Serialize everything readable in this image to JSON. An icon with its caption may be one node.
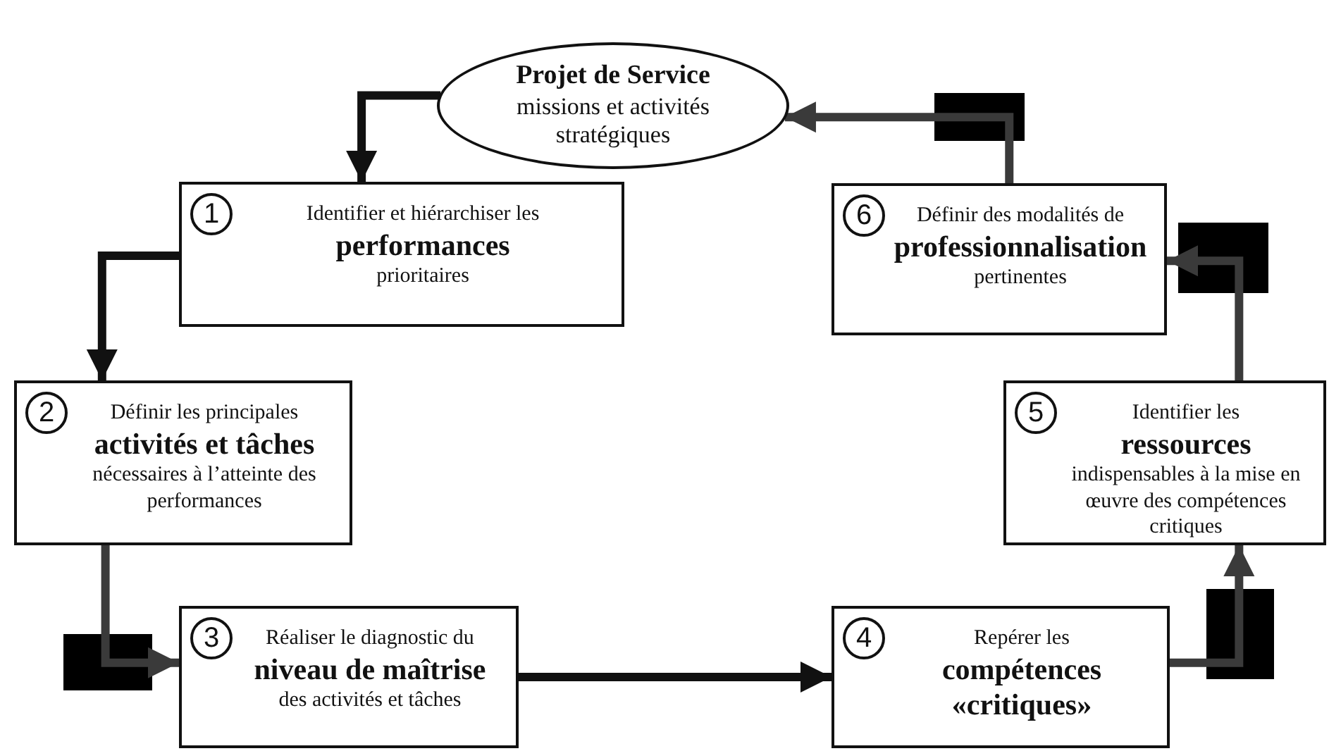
{
  "diagram": {
    "nodes": [
      {
        "text": [
          "**Projet de Service** missions et activités stratégiques"
        ]
      },
      {
        "text": [
          "1",
          "Identifier et hiérarchiser les **performances** prioritaires"
        ]
      },
      {
        "text": [
          "2",
          "Définir les principales **activités et tâches** nécessaires à l’atteinte des performances"
        ]
      },
      {
        "text": [
          "3",
          "Réaliser le diagnostic du **niveau de maîtrise** des activités et tâches"
        ]
      },
      {
        "text": [
          "4",
          "Repérer les **compétences «critiques»**"
        ]
      },
      {
        "text": [
          "5",
          "Identifier les **ressources** indispensables à la mise en œuvre des compétences critiques"
        ]
      },
      {
        "text": [
          "6",
          "Définir des modalités de **professionnalisation** pertinentes"
        ]
      }
    ],
    "edges": [
      {
        "from": 0,
        "to": 1,
        "arrow": "to"
      },
      {
        "from": 1,
        "to": 2,
        "arrow": "to"
      },
      {
        "from": 2,
        "to": 3,
        "arrow": "to",
        "color": "#3a3a3a"
      },
      {
        "from": 3,
        "to": 4,
        "arrow": "to"
      },
      {
        "from": 4,
        "to": 5,
        "arrow": "to",
        "color": "#3a3a3a"
      },
      {
        "from": 5,
        "to": 6,
        "arrow": "to",
        "color": "#3a3a3a"
      },
      {
        "from": 6,
        "to": 0,
        "arrow": "to",
        "color": "#3a3a3a"
      }
    ]
  }
}
